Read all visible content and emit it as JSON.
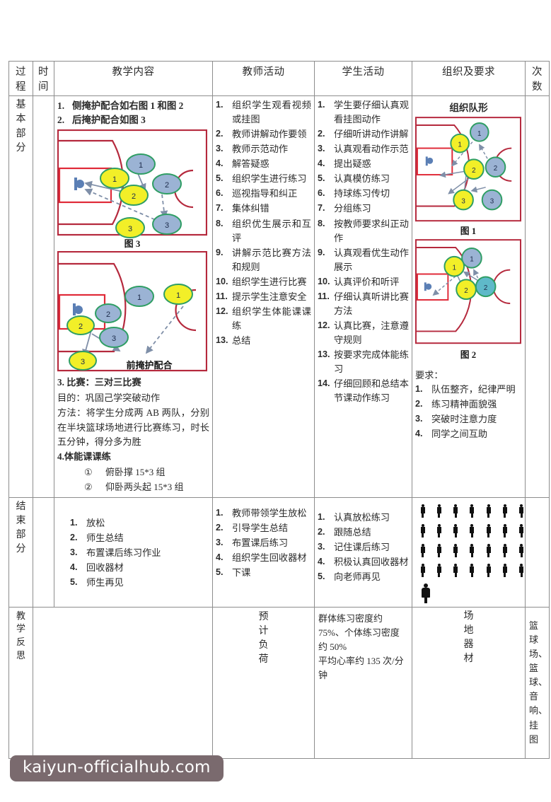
{
  "document": {
    "watermark": "kaiyun-officialhub.com"
  },
  "table": {
    "headers": {
      "process": "过程",
      "time": "时间",
      "content": "教学内容",
      "teacher": "教师活动",
      "student": "学生活动",
      "organization": "组织及要求",
      "count": "次数"
    },
    "rows": {
      "main": {
        "process_label": "基本部分",
        "time": "",
        "count": "",
        "content": {
          "headings": [
            {
              "n": "1.",
              "text": "侧掩护配合如右图 1 和图 2"
            },
            {
              "n": "2.",
              "text": "后掩护配合如图 3"
            }
          ],
          "figure_top_caption": "图 3",
          "figure_bottom_caption": "前掩护配合",
          "section3_title": "3. 比赛：三对三比赛",
          "purpose": "目的：巩固己学突破动作",
          "method": "方法：将学生分成两 AB 两队，分别在半块篮球场地进行比赛练习，时长五分钟，得分多为胜",
          "section4_title": "4.体能课课练",
          "section4_items": [
            {
              "marker": "①",
              "text": "俯卧撑 15*3 组"
            },
            {
              "marker": "②",
              "text": "仰卧两头起 15*3 组"
            }
          ]
        },
        "teacher_items": [
          "组织学生观看视频或挂图",
          "教师讲解动作要领",
          "教师示范动作",
          "解答疑惑",
          "组织学生进行练习",
          "巡视指导和纠正",
          "集体纠错",
          "组织优生展示和互评",
          "讲解示范比赛方法和规则",
          "组织学生进行比赛",
          "提示学生注意安全",
          "组织学生体能课课练",
          "总结"
        ],
        "student_items": [
          "学生要仔细认真观看挂图动作",
          "仔细听讲动作讲解",
          "认真观看动作示范",
          "提出疑惑",
          "认真模仿练习",
          "持球练习传切",
          "分组练习",
          "按教师要求纠正动作",
          "认真观看优生动作展示",
          "认真评价和听评",
          "仔细认真听讲比赛方法",
          "认真比赛，注意遵守规则",
          "按要求完成体能练习",
          "仔细回顾和总结本节课动作练习"
        ],
        "organization": {
          "title": "组织队形",
          "figure1_caption": "图 1",
          "figure2_caption": "图 2",
          "requirements_title": "要求：",
          "requirements": [
            "队伍整齐，纪律严明",
            "练习精神面貌强",
            "突破时注意力度",
            "同学之间互助"
          ]
        }
      },
      "ending": {
        "process_label": "结束部分",
        "time": "",
        "count": "",
        "content_items": [
          "放松",
          "师生总结",
          "布置课后练习作业",
          "回收器材",
          "师生再见"
        ],
        "teacher_items": [
          "教师带领学生放松",
          "引导学生总结",
          "布置课后练习",
          "组织学生回收器材",
          "下课"
        ],
        "student_items": [
          "认真放松练习",
          "跟随总结",
          "记住课后练习",
          "积极认真回收器材",
          "向老师再见"
        ],
        "formation": {
          "rows": 4,
          "cols": 7
        }
      },
      "reflection": {
        "label": "教学反思",
        "text": "",
        "load_label": "预计负荷",
        "load_text_lines": [
          "群体练习密度约 75%、个体练习密度约 50%",
          "平均心率约 135 次/分钟"
        ],
        "equipment_label": "场地器材",
        "equipment_text": "篮球场、篮球、音响、挂图"
      }
    }
  },
  "colors": {
    "court_line": "#b5293d",
    "player_yellow": "#f2ef28",
    "player_blue": "#9bb3d4",
    "player_outline_green": "#2f9e64",
    "arrow": "#7f8fa8",
    "watermark_bg": "#7a6a6e"
  }
}
